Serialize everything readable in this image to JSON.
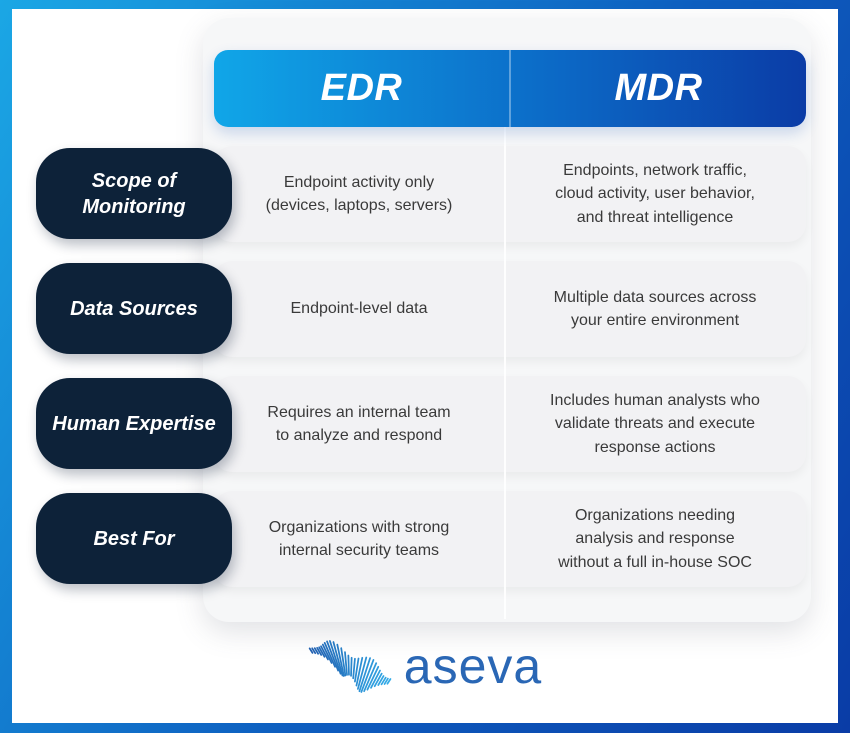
{
  "header": {
    "col1": "EDR",
    "col2": "MDR"
  },
  "rows": [
    {
      "label": "Scope of\nMonitoring",
      "edr": "Endpoint activity only\n(devices, laptops, servers)",
      "mdr": "Endpoints, network traffic,\ncloud activity, user behavior,\nand threat intelligence"
    },
    {
      "label": "Data Sources",
      "edr": "Endpoint-level data",
      "mdr": "Multiple data sources across\nyour entire environment"
    },
    {
      "label": "Human Expertise",
      "edr": "Requires an internal team\nto analyze and respond",
      "mdr": "Includes human analysts who\nvalidate threats and execute\nresponse actions"
    },
    {
      "label": "Best For",
      "edr": "Organizations with strong\ninternal security teams",
      "mdr": "Organizations needing\nanalysis and response\nwithout a full in-house SOC"
    }
  ],
  "logo": {
    "brand": "aseva"
  },
  "colors": {
    "frame_gradient": [
      "#1BA7E5",
      "#0A3CA6"
    ],
    "header_gradient": [
      "#10A6E8",
      "#0B3CA6"
    ],
    "row_label_bg": "#0D2239",
    "cell_bg": "#F2F2F4",
    "cell_text": "#3A3A3A",
    "brand_blue": "#2A67B5",
    "wave_gradient": [
      "#205FB0",
      "#34ACE8"
    ]
  }
}
